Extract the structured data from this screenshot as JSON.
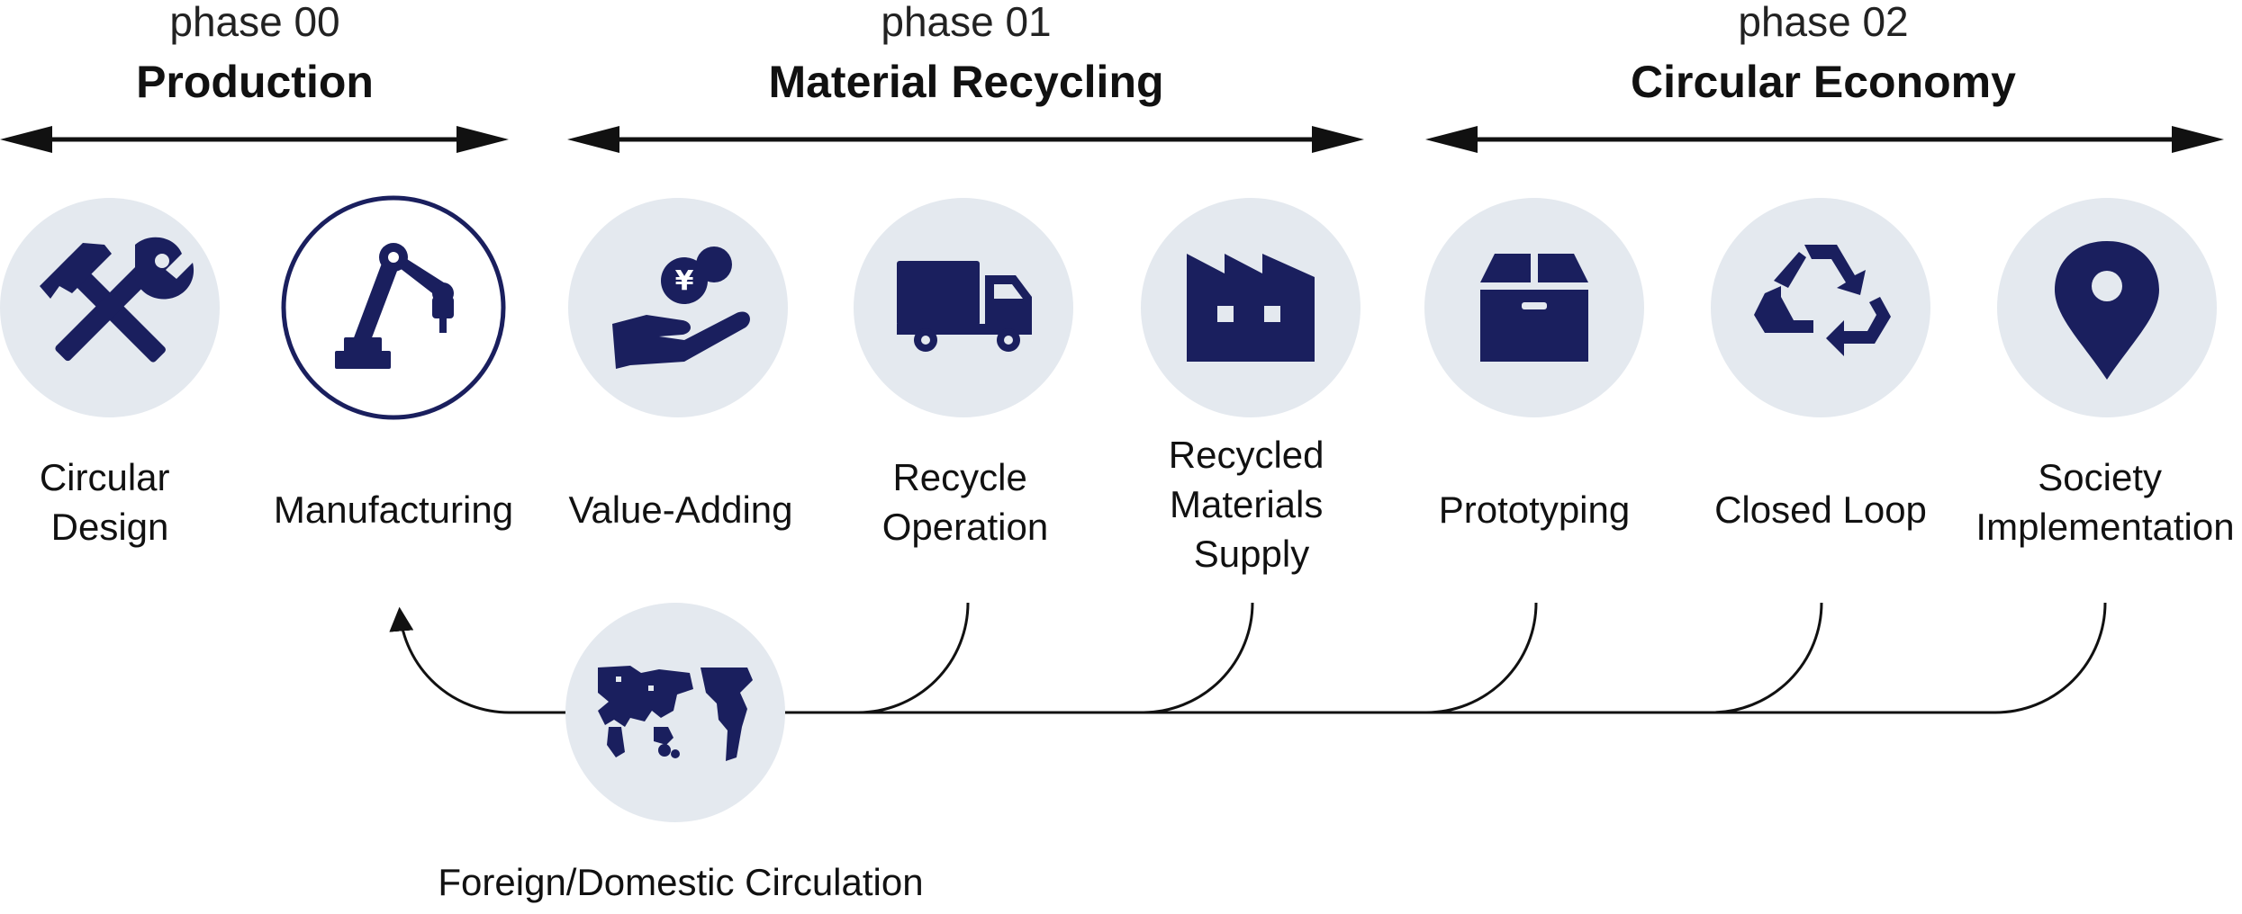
{
  "colors": {
    "navy": "#1a1f5e",
    "circle_bg": "#e4e9ef",
    "line": "#111111"
  },
  "phases": [
    {
      "label": "phase 00",
      "title": "Production"
    },
    {
      "label": "phase 01",
      "title": "Material Recycling"
    },
    {
      "label": "phase 02",
      "title": "Circular Economy"
    }
  ],
  "steps": [
    {
      "icon": "tools-icon",
      "lines": [
        "Circular",
        "Design"
      ]
    },
    {
      "icon": "robot-arm-icon",
      "lines": [
        "Manufacturing"
      ]
    },
    {
      "icon": "yen-hand-icon",
      "lines": [
        "Value-Adding"
      ]
    },
    {
      "icon": "truck-icon",
      "lines": [
        "Recycle",
        "Operation"
      ]
    },
    {
      "icon": "factory-icon",
      "lines": [
        "Recycled",
        "Materials",
        "Supply"
      ]
    },
    {
      "icon": "box-icon",
      "lines": [
        "Prototyping"
      ]
    },
    {
      "icon": "recycle-icon",
      "lines": [
        "Closed Loop"
      ]
    },
    {
      "icon": "map-pin-icon",
      "lines": [
        "Society",
        "Implementation"
      ]
    }
  ],
  "circulation": {
    "icon": "world-map-icon",
    "label": "Foreign/Domestic Circulation"
  }
}
